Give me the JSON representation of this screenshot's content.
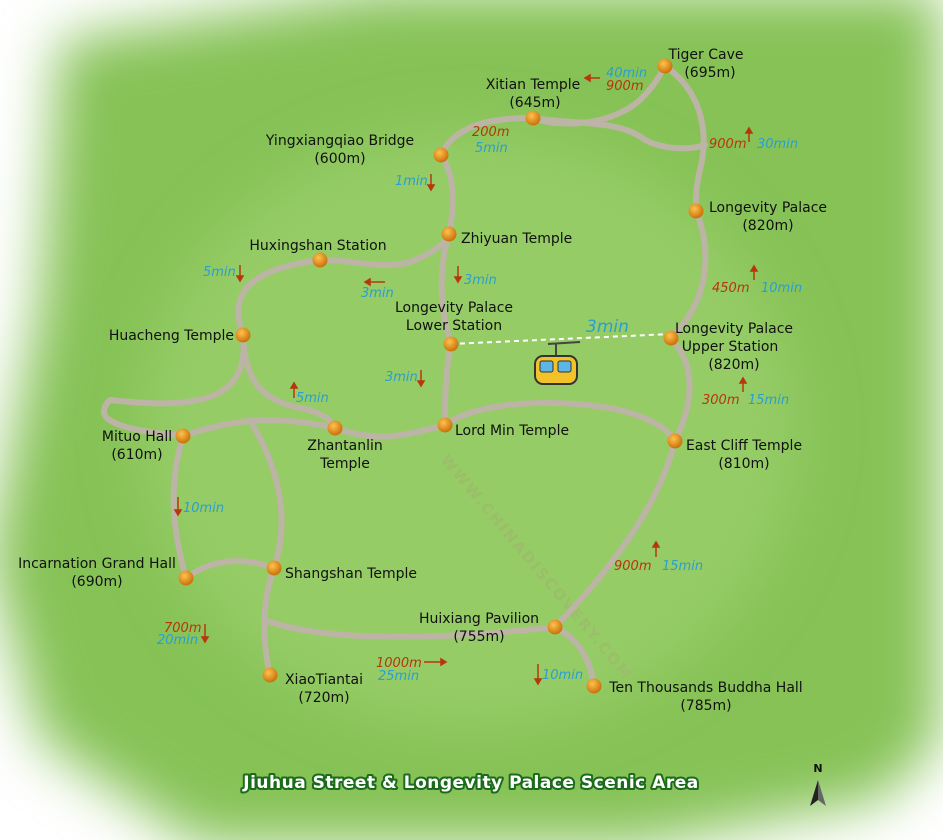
{
  "title": "Jiuhua Street & Longevity Palace Scenic Area",
  "watermark": "WWW.CHINADISCOVERY.COM",
  "north_label": "N",
  "cable_car": {
    "label": "3min"
  },
  "colors": {
    "background": "#8cc45a",
    "path": "#bcb4a4",
    "node": "#e08a12",
    "time_text": "#2a9fd0",
    "distance_text": "#b8360c",
    "title_text": "#ffffff",
    "title_outline": "#1a6b1a"
  },
  "places": [
    {
      "id": "tiger-cave",
      "lines": [
        "Tiger Cave",
        "(695m)"
      ]
    },
    {
      "id": "xitian-temple",
      "lines": [
        "Xitian Temple",
        "(645m)"
      ]
    },
    {
      "id": "yingxiangqiao-bridge",
      "lines": [
        "Yingxiangqiao Bridge",
        "(600m)"
      ]
    },
    {
      "id": "zhiyuan-temple",
      "lines": [
        "Zhiyuan Temple"
      ]
    },
    {
      "id": "huxingshan-station",
      "lines": [
        "Huxingshan Station"
      ]
    },
    {
      "id": "huacheng-temple",
      "lines": [
        "Huacheng Temple"
      ]
    },
    {
      "id": "longevity-palace",
      "lines": [
        "Longevity Palace",
        "(820m)"
      ]
    },
    {
      "id": "lp-lower-station",
      "lines": [
        "Longevity Palace",
        "Lower Station"
      ]
    },
    {
      "id": "lp-upper-station",
      "lines": [
        "Longevity Palace",
        "Upper Station",
        "(820m)"
      ]
    },
    {
      "id": "mituo-hall",
      "lines": [
        "Mituo Hall",
        "(610m)"
      ]
    },
    {
      "id": "zhantanlin-temple",
      "lines": [
        "Zhantanlin",
        "Temple"
      ]
    },
    {
      "id": "lord-min-temple",
      "lines": [
        "Lord Min Temple"
      ]
    },
    {
      "id": "east-cliff-temple",
      "lines": [
        "East Cliff Temple",
        "(810m)"
      ]
    },
    {
      "id": "incarnation-grand-hall",
      "lines": [
        "Incarnation Grand Hall",
        "(690m)"
      ]
    },
    {
      "id": "shangshan-temple",
      "lines": [
        "Shangshan Temple"
      ]
    },
    {
      "id": "huixiang-pavilion",
      "lines": [
        "Huixiang Pavilion",
        "(755m)"
      ]
    },
    {
      "id": "xiaotiantai",
      "lines": [
        "XiaoTiantai",
        "(720m)"
      ]
    },
    {
      "id": "ten-thousands-buddha-hall",
      "lines": [
        "Ten Thousands Buddha Hall",
        "(785m)"
      ]
    }
  ],
  "segments": [
    {
      "id": "xitian-tiger",
      "time": "40min",
      "distance": "900m"
    },
    {
      "id": "tiger-longevity",
      "time": "30min",
      "distance": "900m"
    },
    {
      "id": "yingxiang-xitian",
      "time": "5min",
      "distance": "200m"
    },
    {
      "id": "yingxiang-zhiyuan",
      "time": "1min",
      "distance": ""
    },
    {
      "id": "zhiyuan-lower",
      "time": "3min",
      "distance": ""
    },
    {
      "id": "zhiyuan-huxingshan",
      "time": "3min",
      "distance": ""
    },
    {
      "id": "huxingshan-huacheng",
      "time": "5min",
      "distance": ""
    },
    {
      "id": "huacheng-zhantanlin",
      "time": "5min",
      "distance": ""
    },
    {
      "id": "lower-lordmin",
      "time": "3min",
      "distance": ""
    },
    {
      "id": "longevity-upper",
      "time": "10min",
      "distance": "450m"
    },
    {
      "id": "upper-eastcliff",
      "time": "15min",
      "distance": "300m"
    },
    {
      "id": "mituo-incarnation",
      "time": "10min",
      "distance": ""
    },
    {
      "id": "eastcliff-huixiang",
      "time": "15min",
      "distance": "900m"
    },
    {
      "id": "incarnation-xiaotiantai",
      "time": "20min",
      "distance": "700m"
    },
    {
      "id": "xiaotiantai-huixiang",
      "time": "25min",
      "distance": "1000m"
    },
    {
      "id": "huixiang-tenthousand",
      "time": "10min",
      "distance": ""
    }
  ]
}
